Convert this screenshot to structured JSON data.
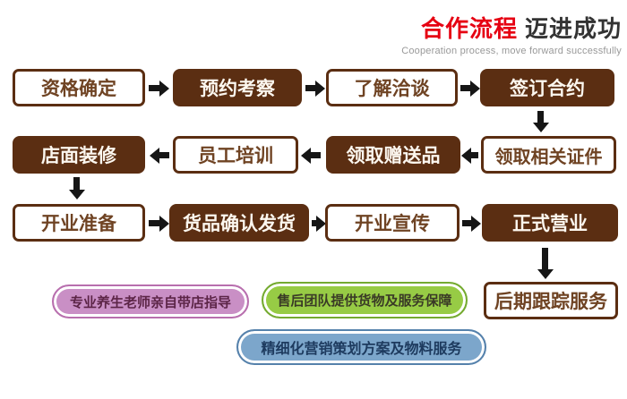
{
  "header": {
    "title_cn_red": "合作流程",
    "title_cn_black": "迈进成功",
    "subtitle_en": "Cooperation process, move forward successfully"
  },
  "flowchart": {
    "rows": [
      {
        "direction": "right",
        "boxes": [
          {
            "label": "资格确定",
            "variant": "outline"
          },
          {
            "label": "预约考察",
            "variant": "filled"
          },
          {
            "label": "了解洽谈",
            "variant": "outline"
          },
          {
            "label": "签订合约",
            "variant": "filled"
          }
        ]
      },
      {
        "direction": "left",
        "boxes": [
          {
            "label": "店面装修",
            "variant": "filled"
          },
          {
            "label": "员工培训",
            "variant": "outline"
          },
          {
            "label": "领取赠送品",
            "variant": "filled"
          },
          {
            "label": "领取相关证件",
            "variant": "outline"
          }
        ]
      },
      {
        "direction": "right",
        "boxes": [
          {
            "label": "开业准备",
            "variant": "outline"
          },
          {
            "label": "货品确认发货",
            "variant": "filled"
          },
          {
            "label": "开业宣传",
            "variant": "outline"
          },
          {
            "label": "正式营业",
            "variant": "filled"
          }
        ]
      }
    ],
    "final_step": {
      "label": "后期跟踪服务",
      "variant": "outline"
    }
  },
  "service_pills": [
    {
      "label": "专业养生老师亲自带店指导",
      "color": "purple"
    },
    {
      "label": "售后团队提供货物及服务保障",
      "color": "green"
    },
    {
      "label": "精细化营销策划方案及物料服务",
      "color": "blue"
    }
  ],
  "colors": {
    "box_brown": "#5b2e12",
    "box_outline_text": "#6f4323",
    "box_filled_text": "#fcf7ef",
    "title_red": "#e60012",
    "title_black": "#333333",
    "subtitle_gray": "#999999",
    "arrow_black": "#161616",
    "pill_purple_bg": "#c98fc5",
    "pill_purple_border": "#b86fae",
    "pill_green_bg": "#97cb45",
    "pill_green_border": "#74aa30",
    "pill_blue_bg": "#7ca6cb",
    "pill_blue_border": "#5581ab"
  }
}
